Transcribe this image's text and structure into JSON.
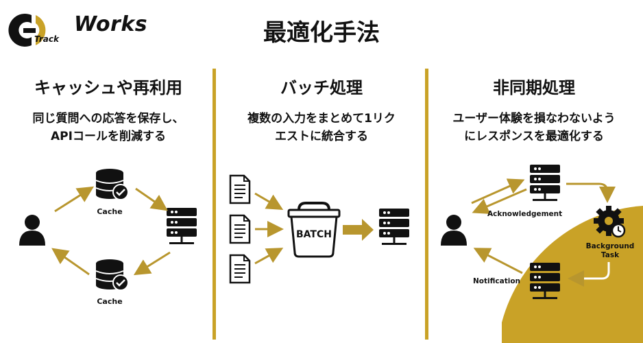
{
  "header": {
    "logo_word": "Works",
    "logo_sub": "Track",
    "title": "最適化手法"
  },
  "columns": [
    {
      "title": "キャッシュや再利用",
      "desc_lines": [
        "同じ質問への応答を保存し、",
        "APIコールを削減する"
      ],
      "labels": {
        "cache_top": "Cache",
        "cache_bottom": "Cache"
      }
    },
    {
      "title": "バッチ処理",
      "desc_lines": [
        "複数の入力をまとめて1リク",
        "エストに統合する"
      ],
      "labels": {
        "batch": "BATCH"
      }
    },
    {
      "title": "非同期処理",
      "desc_lines": [
        "ユーザー体験を損なわないよう",
        "にレスポンスを最適化する"
      ],
      "labels": {
        "acknowledgement": "Acknowledgement",
        "background_task_line1": "Background",
        "background_task_line2": "Task",
        "notification": "Notification"
      }
    }
  ],
  "colors": {
    "accent": "#c9a227",
    "arrow": "#b8962e",
    "ink": "#111111",
    "background": "#ffffff"
  },
  "icons": [
    "logo-mark-icon",
    "user-icon",
    "database-icon",
    "check-icon",
    "server-icon",
    "document-icon",
    "batch-bin-icon",
    "gear-clock-icon"
  ]
}
